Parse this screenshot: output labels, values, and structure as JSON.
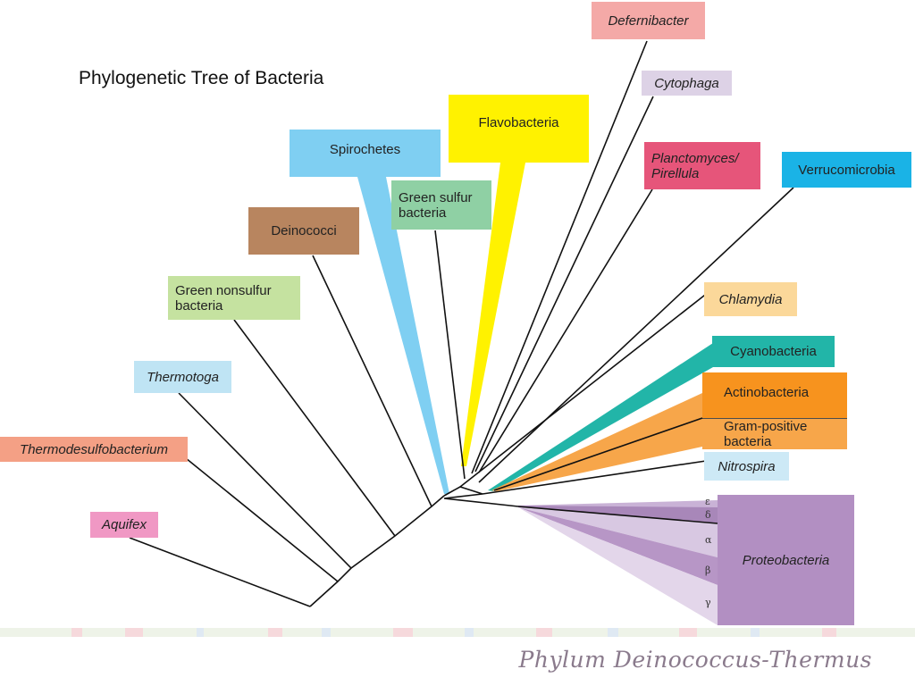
{
  "title": "Phylogenetic Tree of Bacteria",
  "footer": "Phylum Deinococcus-Thermus",
  "taxa": {
    "defernibacter": "Defernibacter",
    "cytophaga": "Cytophaga",
    "flavobacteria": "Flavobacteria",
    "spirochetes": "Spirochetes",
    "planctomyces_1": "Planctomyces/",
    "planctomyces_2": "Pirellula",
    "verrucomicrobia": "Verrucomicrobia",
    "green_sulfur_1": "Green sulfur",
    "green_sulfur_2": "bacteria",
    "deinococci": "Deinococci",
    "green_nonsulfur_1": "Green nonsulfur",
    "green_nonsulfur_2": "bacteria",
    "chlamydia": "Chlamydia",
    "cyanobacteria": "Cyanobacteria",
    "actinobacteria": "Actinobacteria",
    "gram_positive_1": "Gram-positive",
    "gram_positive_2": "bacteria",
    "thermotoga": "Thermotoga",
    "nitrospira": "Nitrospira",
    "thermodesulfobacterium": "Thermodesulfobacterium",
    "proteobacteria": "Proteobacteria",
    "aquifex": "Aquifex"
  },
  "proteobacteria_subgroups": [
    "ε",
    "δ",
    "α",
    "β",
    "γ"
  ],
  "colors": {
    "defernibacter": "#f4a9a7",
    "cytophaga": "#ddd2e6",
    "flavobacteria": "#fff200",
    "spirochetes": "#7fcff2",
    "planctomyces": "#e6557a",
    "verrucomicrobia": "#1ab3e6",
    "green_sulfur": "#8fd0a4",
    "deinococci": "#b8855f",
    "green_nonsulfur": "#c5e2a0",
    "chlamydia": "#fbd89a",
    "cyanobacteria": "#22b5a8",
    "actinobacteria": "#f7931e",
    "thermotoga": "#bfe4f4",
    "nitrospira": "#cde9f6",
    "thermodesulfobacterium": "#f4a085",
    "proteobacteria": "#b28fc2",
    "aquifex": "#f098c4"
  }
}
